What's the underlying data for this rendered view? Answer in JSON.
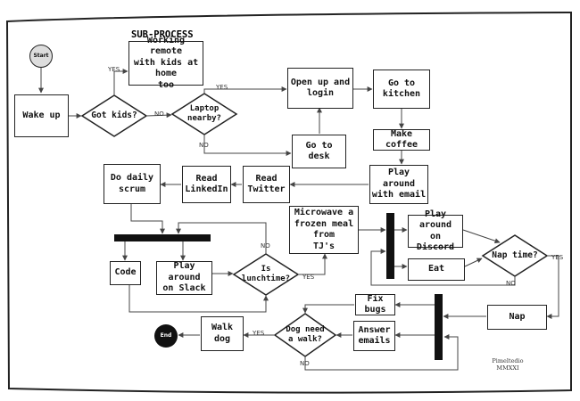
{
  "subprocess_header": "SUB-PROCESS",
  "signature": "Pimeltedio\nMMXXI",
  "nodes": {
    "start": "Start",
    "end": "End",
    "wake_up": "Wake up",
    "got_kids": "Got kids?",
    "laptop_nearby": "Laptop\nnearby?",
    "working_remote": "Working remote\nwith kids at home\ntoo",
    "open_up_login": "Open up and\nlogin",
    "go_to_kitchen": "Go to\nkitchen",
    "go_to_desk": "Go to desk",
    "make_coffee": "Make coffee",
    "play_email": "Play  around\nwith email",
    "read_twitter": "Read\nTwitter",
    "read_linkedin": "Read\nLinkedIn",
    "daily_scrum": "Do daily\nscrum",
    "code": "Code",
    "play_slack": "Play around\non Slack",
    "is_lunchtime": "Is\nlunchtime?",
    "microwave": "Microwave a\nfrozen meal from\nTJ's",
    "play_discord": "Play around\non Discord",
    "eat": "Eat",
    "nap_time": "Nap time?",
    "nap": "Nap",
    "fix_bugs": "Fix bugs",
    "answer_emails": "Answer\nemails",
    "dog_walk": "Dog need\na walk?",
    "walk_dog": "Walk dog"
  },
  "edge_labels": {
    "got_kids_yes": "YES",
    "got_kids_no": "NO",
    "laptop_yes": "YES",
    "laptop_no": "NO",
    "lunch_yes": "YES",
    "lunch_no": "NO",
    "nap_yes": "YES",
    "nap_no": "NO",
    "dog_yes": "YES",
    "dog_no": "NO"
  },
  "colors": {
    "stroke": "#222222",
    "start_fill": "#dddddd",
    "end_fill": "#111111",
    "bar": "#111111"
  }
}
